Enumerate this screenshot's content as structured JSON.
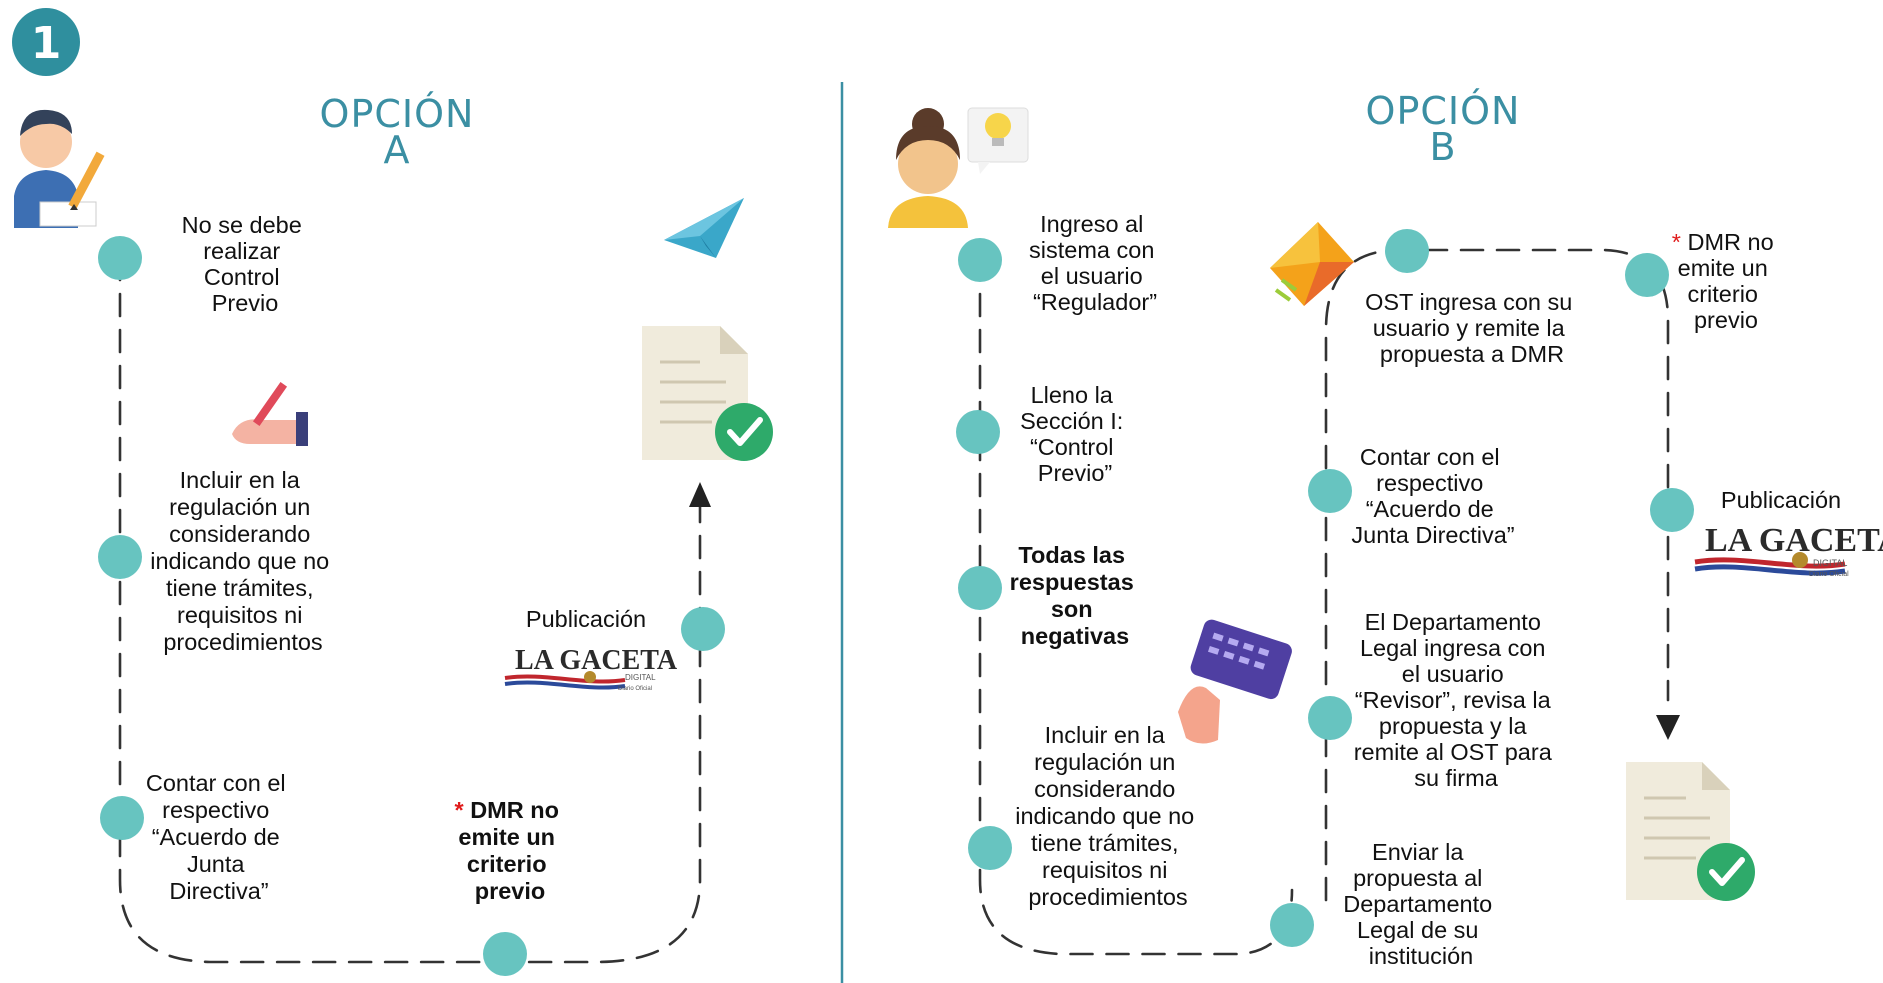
{
  "step_number": "1",
  "colors": {
    "accent": "#3b8fa3",
    "node": "#67c4c0",
    "badge": "#2f8f9e",
    "asterisk": "#e01b1b"
  },
  "option_a": {
    "title_line1": "OPCIÓN",
    "title_line2": "A",
    "steps": [
      {
        "lines": [
          "No se debe",
          "realizar",
          "Control",
          "Previo"
        ]
      },
      {
        "lines": [
          "Incluir en la",
          "regulación un",
          "considerando",
          "indicando que no",
          "tiene trámites,",
          "requisitos ni",
          "procedimientos"
        ]
      },
      {
        "lines": [
          "Contar con el",
          "respectivo",
          "“Acuerdo de",
          "Junta",
          "Directiva”"
        ]
      }
    ],
    "dmr_note": {
      "asterisk": "*",
      "lines": [
        "DMR no",
        "emite un",
        "criterio",
        "previo"
      ]
    },
    "publication": {
      "label": "Publicación",
      "logo_text": "LA GACETA",
      "logo_sub": "DIGITAL",
      "logo_sub2": "Diario Oficial"
    }
  },
  "option_b": {
    "title_line1": "OPCIÓN",
    "title_line2": "B",
    "steps": [
      {
        "lines": [
          "Ingreso al",
          "sistema con",
          "el usuario",
          "“Regulador”"
        ]
      },
      {
        "lines": [
          "Lleno la",
          "Sección I:",
          "“Control",
          "Previo”"
        ]
      },
      {
        "lines": [
          "Todas las",
          "respuestas",
          "son",
          "negativas"
        ]
      },
      {
        "lines": [
          "Incluir en la",
          "regulación un",
          "considerando",
          "indicando que no",
          "tiene trámites,",
          "requisitos ni",
          "procedimientos"
        ]
      },
      {
        "lines": [
          "Enviar la",
          "propuesta al",
          "Departamento",
          "Legal de su",
          "institución"
        ]
      },
      {
        "lines": [
          "El Departamento",
          "Legal ingresa con",
          "el usuario",
          "“Revisor”, revisa la",
          "propuesta y la",
          "remite al OST para",
          "su firma"
        ]
      },
      {
        "lines": [
          "Contar con el",
          "respectivo",
          "“Acuerdo de",
          "Junta Directiva”"
        ]
      },
      {
        "lines": [
          "OST ingresa con su",
          "usuario y remite la",
          "propuesta a DMR"
        ]
      }
    ],
    "dmr_note": {
      "asterisk": "*",
      "lines": [
        "DMR no",
        "emite un",
        "criterio",
        "previo"
      ]
    },
    "publication": {
      "label": "Publicación",
      "logo_text": "LA GACETA",
      "logo_sub": "DIGITAL",
      "logo_sub2": "Diario Oficial"
    }
  }
}
